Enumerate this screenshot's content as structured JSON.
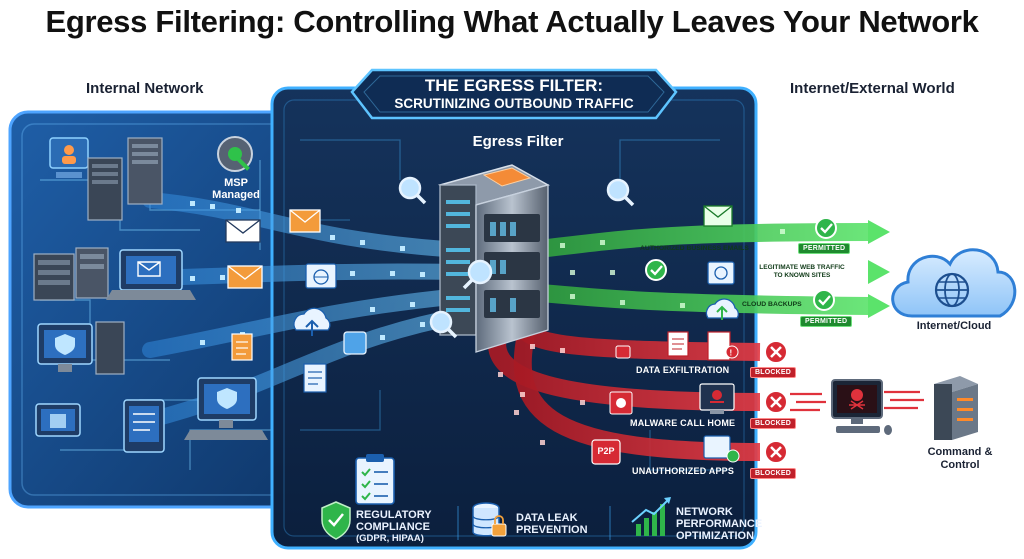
{
  "title": "Egress Filtering: Controlling What Actually Leaves Your Network",
  "zones": {
    "internal": "Internal Network",
    "external": "Internet/External World"
  },
  "filter_banner": {
    "line1": "THE EGRESS FILTER:",
    "line2": "SCRUTINIZING OUTBOUND TRAFFIC"
  },
  "filter_label": "Egress Filter",
  "msp_label": {
    "line1": "MSP",
    "line2": "Managed"
  },
  "permitted_flows": [
    {
      "label": "AUTHORIZED BUSINESS EMAILS",
      "status": "PERMITTED"
    },
    {
      "label_line1": "LEGITIMATE WEB TRAFFIC",
      "label_line2": "TO KNOWN SITES"
    },
    {
      "label": "CLOUD BACKUPS",
      "status": "PERMITTED"
    }
  ],
  "blocked_flows": [
    {
      "label": "DATA EXFILTRATION",
      "status": "BLOCKED"
    },
    {
      "label": "MALWARE CALL HOME",
      "status": "BLOCKED"
    },
    {
      "label": "UNAUTHORIZED APPS",
      "status": "BLOCKED",
      "tag": "P2P"
    }
  ],
  "cloud_label": "Internet/Cloud",
  "c2_label": {
    "line1": "Command &",
    "line2": "Control"
  },
  "benefits": [
    {
      "line1": "REGULATORY",
      "line2": "COMPLIANCE",
      "line3": "(GDPR, HIPAA)",
      "icon": "shield-check-icon"
    },
    {
      "line1": "DATA LEAK",
      "line2": "PREVENTION",
      "icon": "database-lock-icon"
    },
    {
      "line1": "NETWORK",
      "line2": "PERFORMANCE",
      "line3": "OPTIMIZATION",
      "icon": "growth-chart-icon"
    }
  ],
  "colors": {
    "panel_dark": "#0c2547",
    "panel_mid": "#143a6b",
    "accent_blue": "#3fb0ff",
    "permit_green": "#39d353",
    "block_red": "#e0323c",
    "cloud_blue": "#2f7fd6"
  }
}
